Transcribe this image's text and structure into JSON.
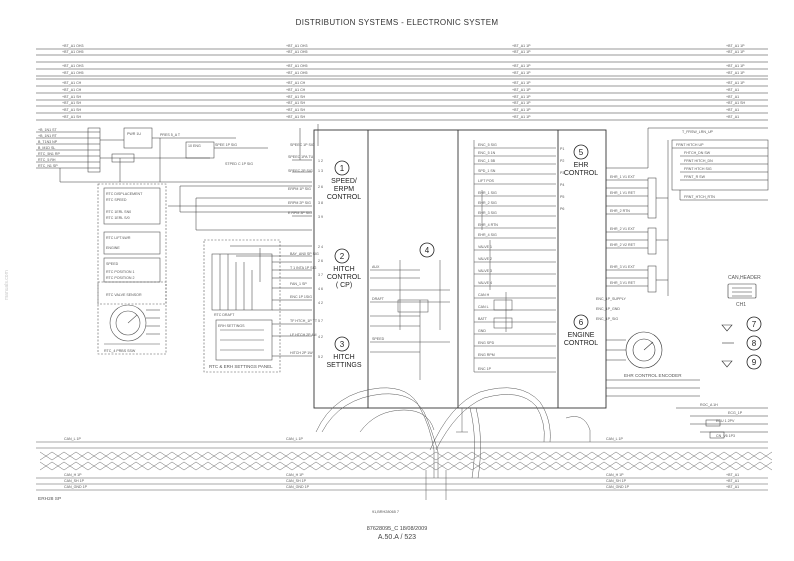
{
  "page": {
    "title": "DISTRIBUTION SYSTEMS - ELECTRONIC SYSTEM",
    "doc_ref": "87628095_C 18/08/2009",
    "page_ref": "A.50.A / 523",
    "sheet_id": "ERH28 SP",
    "bottom_center_code": "91,BRH28065  7"
  },
  "sections": [
    {
      "num": "1",
      "lines": [
        "SPEED/",
        "ERPM",
        "CONTROL"
      ]
    },
    {
      "num": "2",
      "lines": [
        "HITCH",
        "CONTROL",
        "( CP)"
      ]
    },
    {
      "num": "3",
      "lines": [
        "HITCH",
        "SETTINGS"
      ]
    },
    {
      "num": "4",
      "lines": []
    },
    {
      "num": "5",
      "lines": [
        "EHR",
        "CONTROL"
      ]
    },
    {
      "num": "6",
      "lines": [
        "ENGINE",
        "CONTROL"
      ]
    },
    {
      "num": "7",
      "lines": []
    },
    {
      "num": "8",
      "lines": []
    },
    {
      "num": "9",
      "lines": []
    }
  ],
  "labels": {
    "connector_top": "CAN,HEADER",
    "connector_bottom": "CH1",
    "settings_panel": "RTC & ERH SETTINGS PANEL",
    "encoder": "EHR CONTROL ENCODER"
  },
  "colors": {
    "line": "#333333",
    "light": "#888888"
  }
}
